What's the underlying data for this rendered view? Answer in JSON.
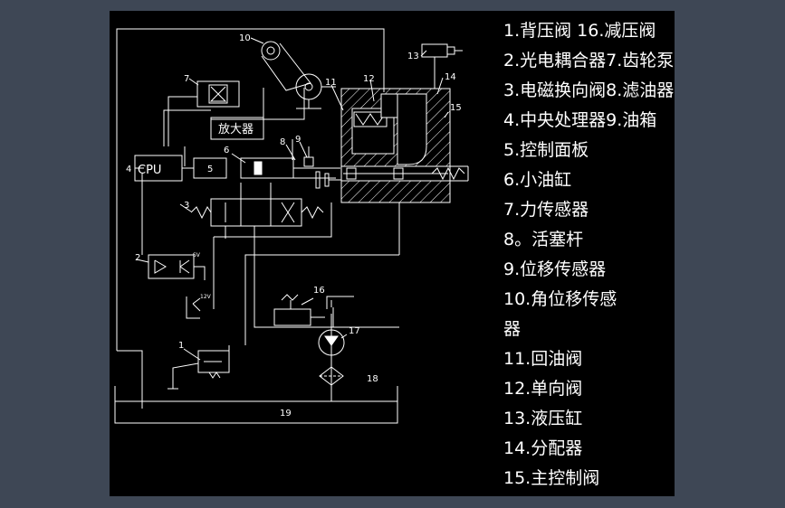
{
  "diagram": {
    "block_labels": {
      "cpu": "CPU",
      "amplifier": "放大器",
      "box5": "5"
    },
    "component_numbers": [
      "1",
      "2",
      "3",
      "4",
      "5",
      "6",
      "7",
      "8",
      "9",
      "10",
      "11",
      "12",
      "13",
      "14",
      "15",
      "16",
      "17",
      "18",
      "19"
    ],
    "small_marks": {
      "sensor_top": "SV",
      "sensor_bottom": "12V"
    }
  },
  "legend": {
    "lines": [
      "1.背压阀  16.减压阀",
      "2.光电耦合器7.齿轮泵",
      "3.电磁换向阀8.滤油器",
      "4.中央处理器9.油箱",
      "5.控制面板",
      "6.小油缸",
      "7.力传感器",
      "8。活塞杆",
      "9.位移传感器",
      "10.角位移传感",
      "器",
      "11.回油阀",
      "12.单向阀",
      "13.液压缸",
      "14.分配器",
      "15.主控制阀"
    ]
  },
  "colors": {
    "background": "#3e4755",
    "viewport": "#000000",
    "lines": "#ffffff"
  }
}
